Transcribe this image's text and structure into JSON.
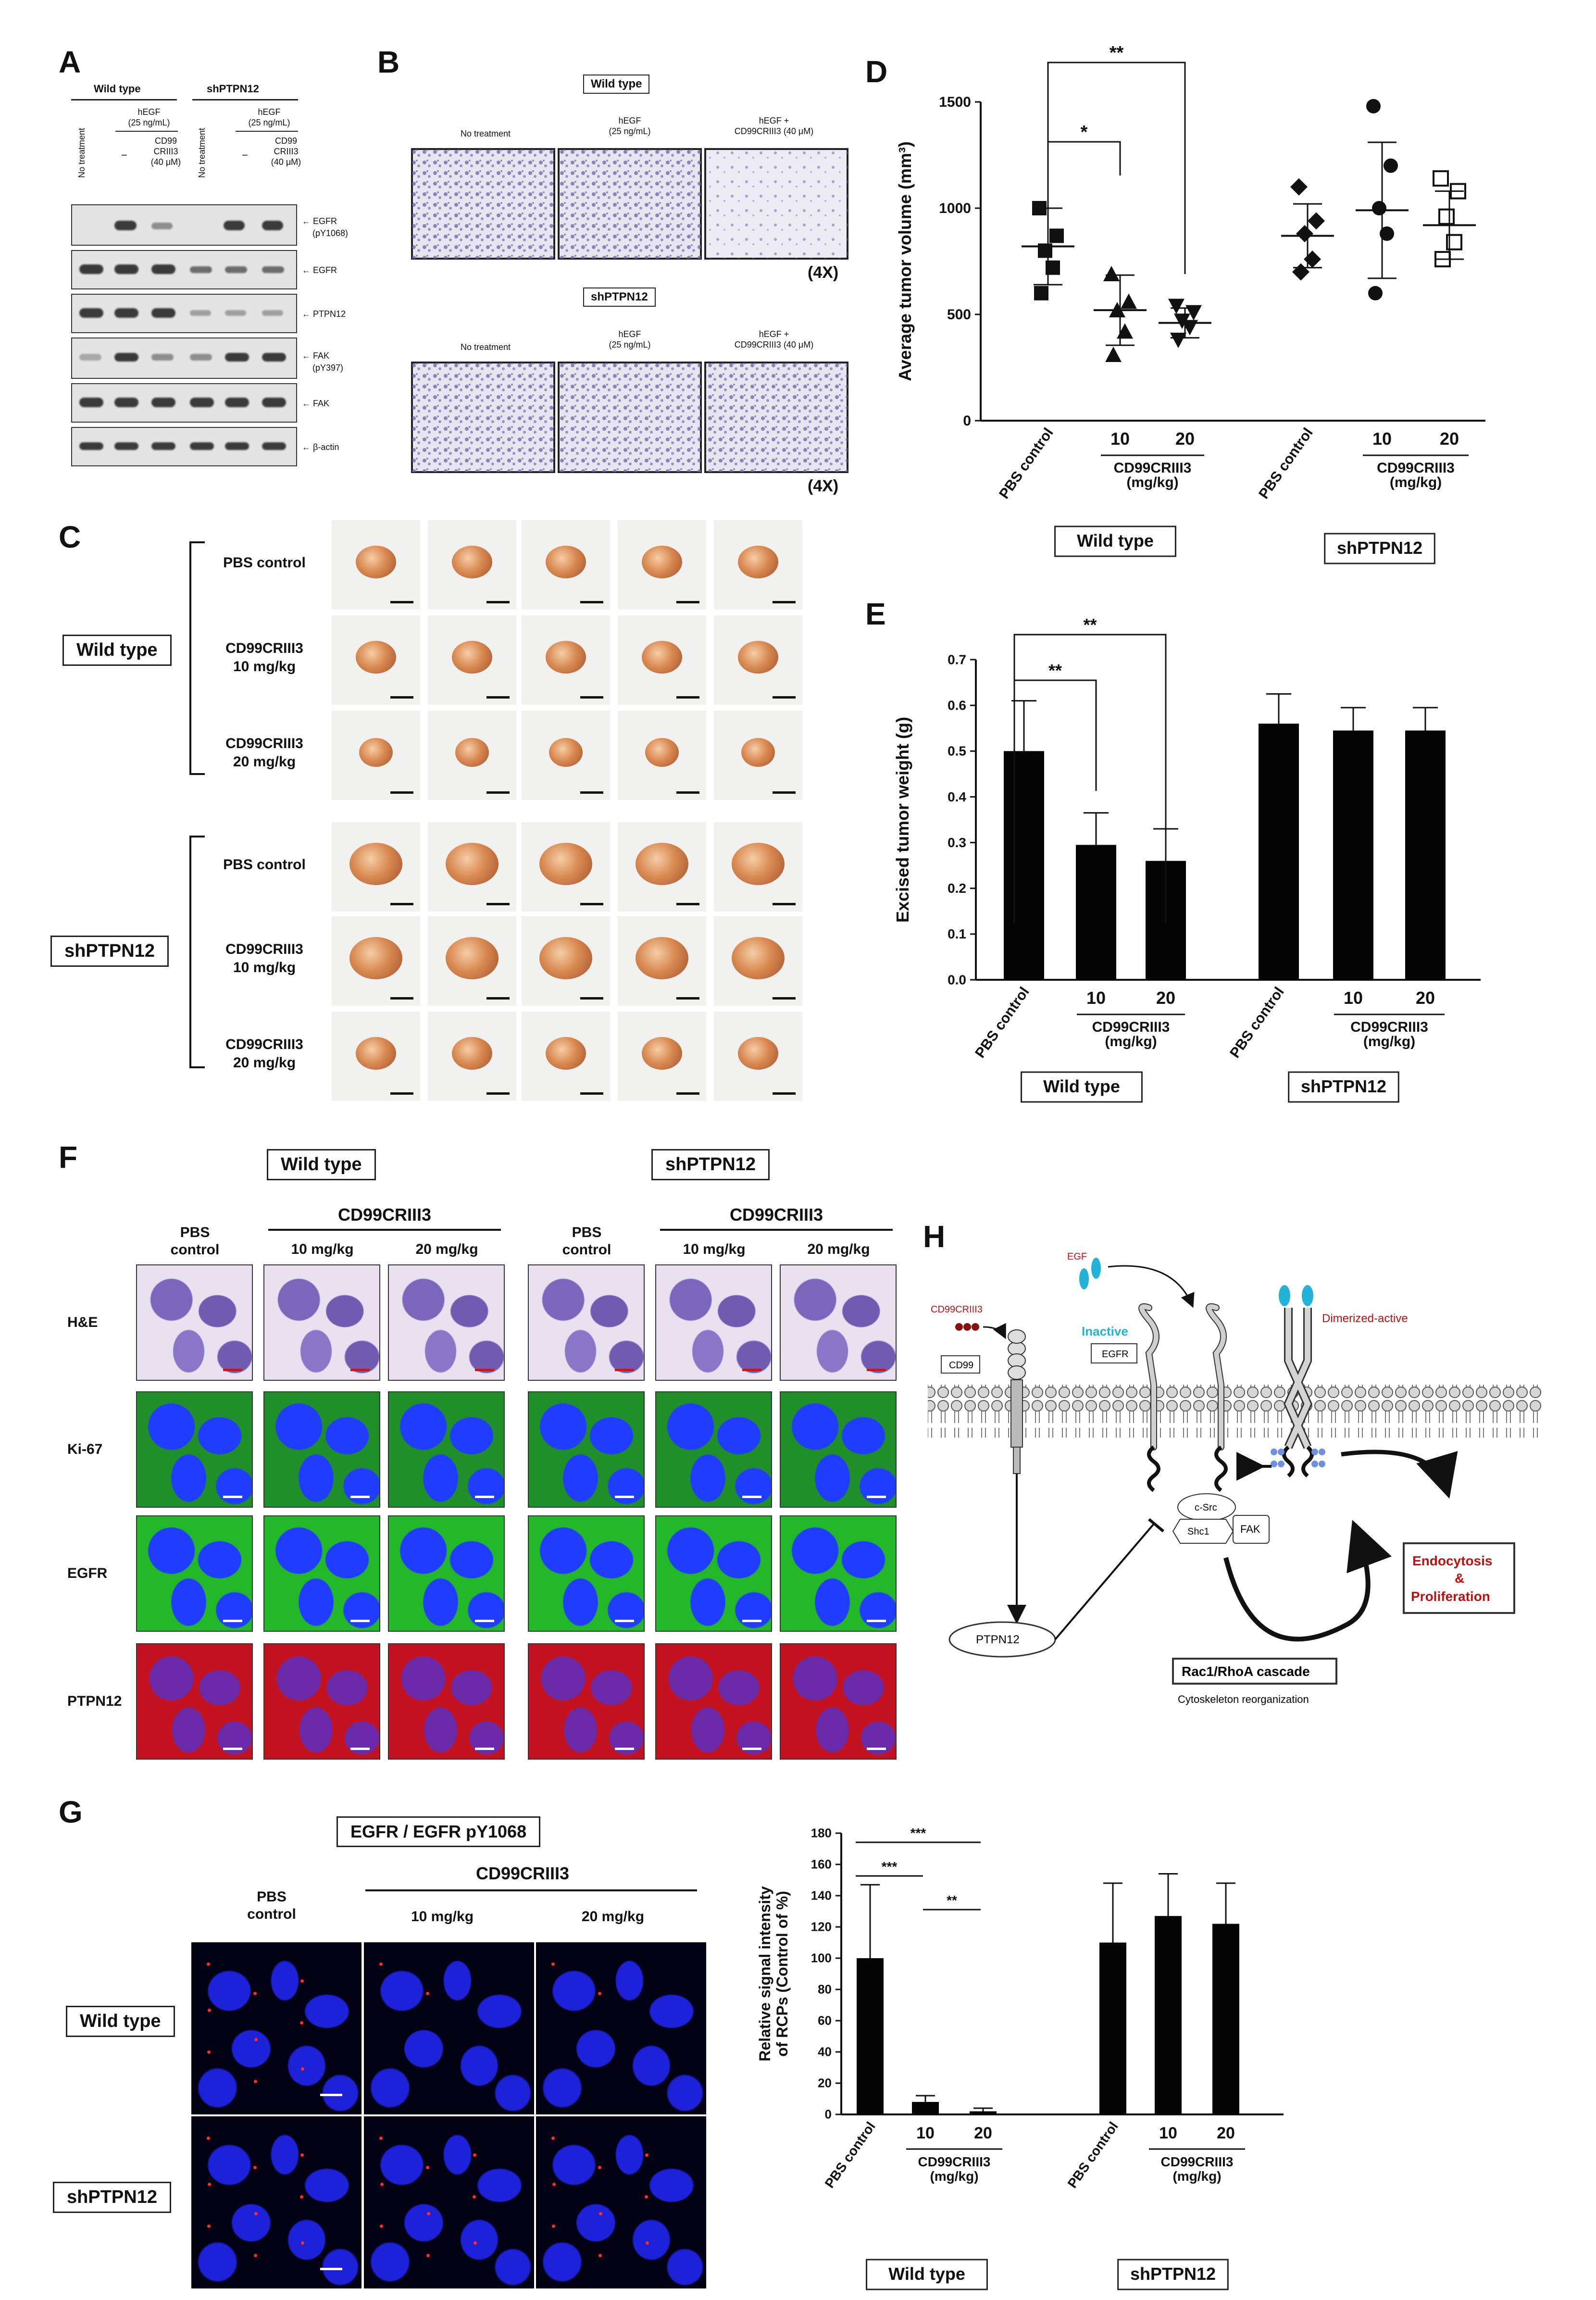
{
  "panels": {
    "a": "A",
    "b": "B",
    "c": "C",
    "d": "D",
    "e": "E",
    "f": "F",
    "g": "G",
    "h": "H"
  },
  "panel_a": {
    "wild_type": "Wild type",
    "shptpn12": "shPTPN12",
    "hegf": "hEGF",
    "hegf_dose": "(25 ng/mL)",
    "no_treatment": "No treatment",
    "dash": "−",
    "cd99": "CD99",
    "criii3": "CRIII3",
    "cd99_dose": "(40 μM)",
    "bands": [
      "← EGFR",
      "(pY1068)",
      "← EGFR",
      "← PTPN12",
      "← FAK",
      "(pY397)",
      "← FAK",
      "← β-actin"
    ]
  },
  "panel_b": {
    "wild_type": "Wild type",
    "shptpn12": "shPTPN12",
    "col1": "No treatment",
    "col2_a": "hEGF",
    "col2_b": "(25 ng/mL)",
    "col3_a": "hEGF +",
    "col3_b": "CD99CRIII3 (40 μM)",
    "mag": "(4X)"
  },
  "panel_c": {
    "wild_type": "Wild type",
    "shptpn12": "shPTPN12",
    "rows": [
      [
        "PBS control",
        ""
      ],
      [
        "CD99CRIII3",
        "10 mg/kg"
      ],
      [
        "CD99CRIII3",
        "20 mg/kg"
      ],
      [
        "PBS control",
        ""
      ],
      [
        "CD99CRIII3",
        "10 mg/kg"
      ],
      [
        "CD99CRIII3",
        "20 mg/kg"
      ]
    ]
  },
  "chart_data": [
    {
      "panel": "D",
      "type": "scatter",
      "ylabel": "Average tumor volume (mm³)",
      "ylim": [
        0,
        1500
      ],
      "yticks": [
        0,
        500,
        1000,
        1500
      ],
      "categories": [
        "PBS control",
        "10",
        "20",
        "PBS control",
        "10",
        "20"
      ],
      "groups": [
        "Wild type",
        "shPTPN12"
      ],
      "subgroup_label": "CD99CRIII3",
      "subgroup_unit": "(mg/kg)",
      "points": [
        [
          1000,
          870,
          800,
          720,
          600
        ],
        [
          690,
          560,
          520,
          420,
          310
        ],
        [
          540,
          510,
          470,
          440,
          380
        ],
        [
          1100,
          940,
          880,
          760,
          700
        ],
        [
          1480,
          1200,
          1000,
          880,
          600
        ],
        [
          1140,
          1080,
          960,
          840,
          760
        ]
      ],
      "means": [
        820,
        520,
        460,
        870,
        990,
        920
      ],
      "sd": [
        180,
        165,
        70,
        150,
        320,
        160
      ],
      "markers": [
        "square",
        "triangle",
        "inverted-triangle",
        "diamond",
        "circle",
        "open-square"
      ],
      "significance": [
        {
          "from": 0,
          "to": 1,
          "label": "*"
        },
        {
          "from": 0,
          "to": 2,
          "label": "**"
        }
      ]
    },
    {
      "panel": "E",
      "type": "bar",
      "ylabel": "Excised tumor weight (g)",
      "ylim": [
        0,
        0.7
      ],
      "yticks": [
        0.0,
        0.1,
        0.2,
        0.3,
        0.4,
        0.5,
        0.6,
        0.7
      ],
      "ytick_labels": [
        "0.0",
        "0.1",
        "0.2",
        "0.3",
        "0.4",
        "0.5",
        "0.6",
        "0.7"
      ],
      "categories": [
        "PBS control",
        "10",
        "20",
        "PBS control",
        "10",
        "20"
      ],
      "groups": [
        "Wild type",
        "shPTPN12"
      ],
      "subgroup_label": "CD99CRIII3",
      "subgroup_unit": "(mg/kg)",
      "values": [
        0.5,
        0.295,
        0.26,
        0.56,
        0.545,
        0.545
      ],
      "errors": [
        0.11,
        0.07,
        0.07,
        0.065,
        0.05,
        0.05
      ],
      "significance": [
        {
          "from": 0,
          "to": 1,
          "label": "**"
        },
        {
          "from": 0,
          "to": 2,
          "label": "**"
        }
      ]
    },
    {
      "panel": "G",
      "type": "bar",
      "ylabel_1": "Relative signal intensity",
      "ylabel_2": "of RCPs (Control of %)",
      "ylim": [
        0,
        180
      ],
      "yticks": [
        0,
        20,
        40,
        60,
        80,
        100,
        120,
        140,
        160,
        180
      ],
      "categories": [
        "PBS control",
        "10",
        "20",
        "PBS control",
        "10",
        "20"
      ],
      "groups": [
        "Wild type",
        "shPTPN12"
      ],
      "subgroup_label": "CD99CRIII3",
      "subgroup_unit": "(mg/kg)",
      "values": [
        100,
        8,
        2,
        110,
        127,
        122
      ],
      "errors": [
        47,
        4,
        2,
        38,
        27,
        26
      ],
      "significance": [
        {
          "from": 0,
          "to": 1,
          "label": "***"
        },
        {
          "from": 0,
          "to": 2,
          "label": "***"
        },
        {
          "from": 1,
          "to": 2,
          "label": "**"
        }
      ]
    }
  ],
  "panel_f": {
    "wild_type": "Wild type",
    "shptpn12": "shPTPN12",
    "cd99criii3": "CD99CRIII3",
    "pbs_a": "PBS",
    "pbs_b": "control",
    "d10": "10 mg/kg",
    "d20": "20 mg/kg",
    "rows": [
      "H&E",
      "Ki-67",
      "EGFR",
      "PTPN12"
    ]
  },
  "panel_g": {
    "title": "EGFR / EGFR pY1068",
    "cd99criii3": "CD99CRIII3",
    "pbs_a": "PBS",
    "pbs_b": "control",
    "d10": "10 mg/kg",
    "d20": "20 mg/kg",
    "wild_type": "Wild type",
    "shptpn12": "shPTPN12"
  },
  "panel_h": {
    "egf": "EGF",
    "cd99criii3": "CD99CRIII3",
    "cd99": "CD99",
    "egfr": "EGFR",
    "inactive": "Inactive",
    "dimerized": "Dimerized-active",
    "csrc": "c-Src",
    "shc1": "Shc1",
    "fak": "FAK",
    "ptpn12": "PTPN12",
    "rac": "Rac1/RhoA cascade",
    "cyto": "Cytoskeleton reorganization",
    "endo_1": "Endocytosis",
    "endo_2": "&",
    "endo_3": "Proliferation"
  },
  "colors": {
    "he_bg": "#e8e2f1",
    "he_nuc": "#7a64b8",
    "if_blue": "#1f3cff",
    "if_green": "#23b82a",
    "if_red": "#c3121f",
    "dark_red": "#c01010",
    "cyan": "#24b3d8"
  }
}
